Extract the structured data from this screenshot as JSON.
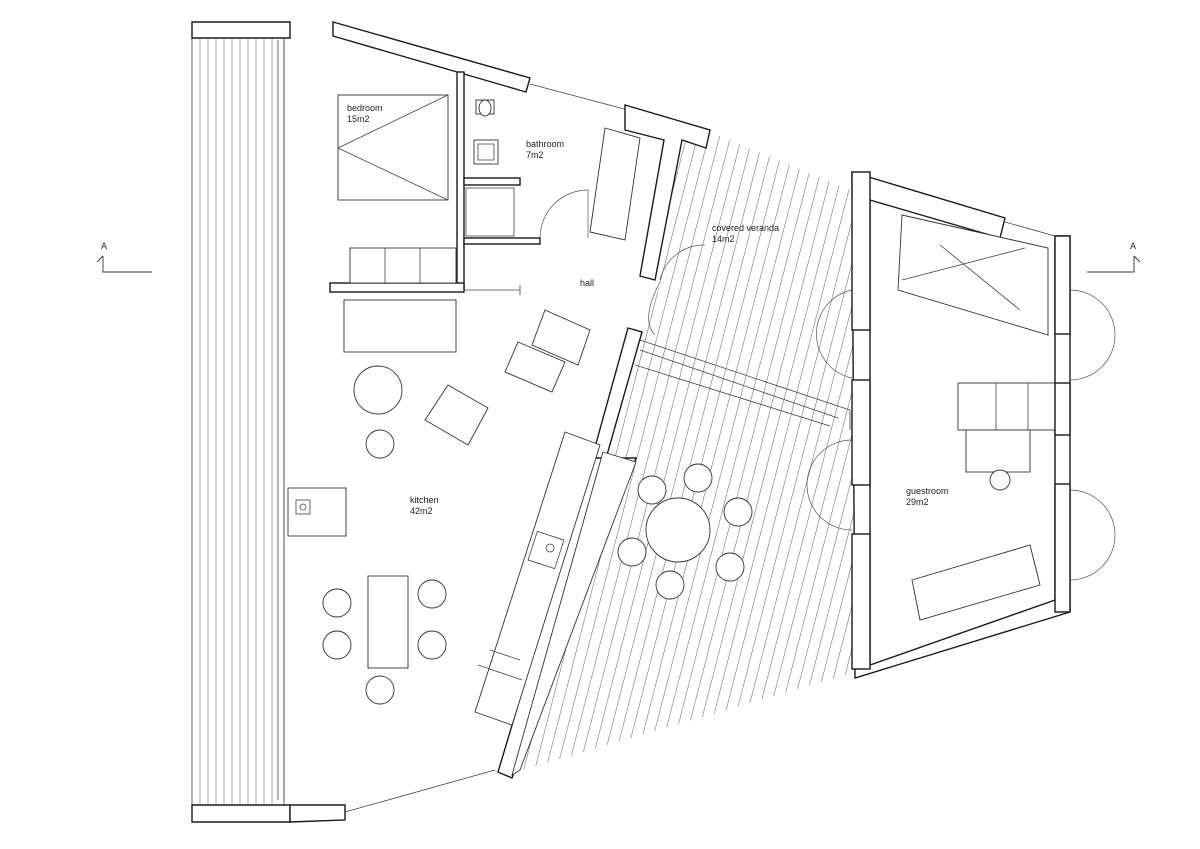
{
  "rooms": {
    "bedroom": {
      "name": "bedroom",
      "area": "15m2"
    },
    "bathroom": {
      "name": "bathroom",
      "area": "7m2"
    },
    "hall": {
      "name": "hall"
    },
    "covered_veranda": {
      "name": "covered veranda",
      "area": "14m2"
    },
    "kitchen": {
      "name": "kitchen",
      "area": "42m2"
    },
    "guestroom": {
      "name": "guestroom",
      "area": "29m2"
    }
  },
  "section_markers": {
    "left": "A",
    "right": "A"
  }
}
